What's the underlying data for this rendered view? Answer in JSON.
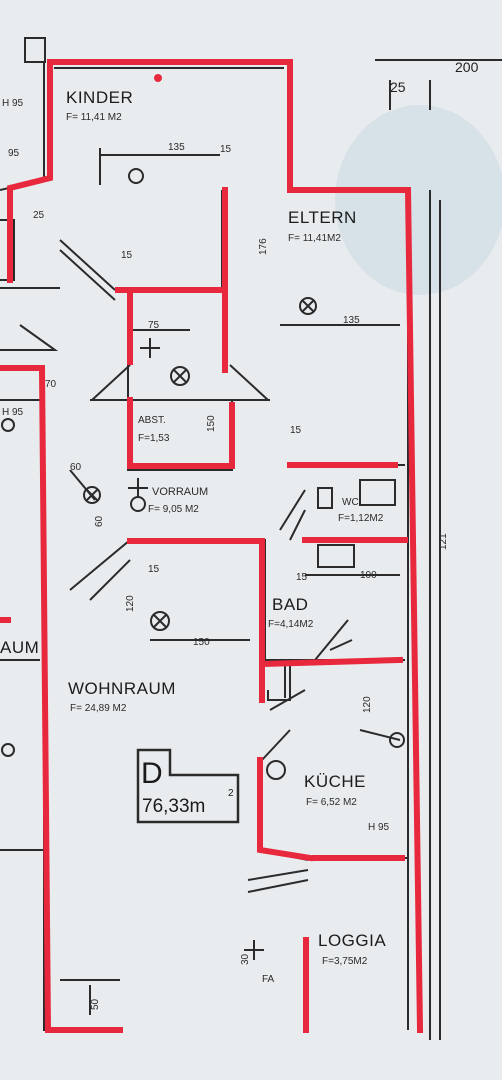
{
  "rooms": {
    "kinder": {
      "name": "KINDER",
      "area": "F= 11,41 M2"
    },
    "eltern": {
      "name": "ELTERN",
      "area": "F= 11,41M2"
    },
    "abst": {
      "name": "ABST.",
      "area": "F=1,53"
    },
    "vorraum": {
      "name": "VORRAUM",
      "area": "F= 9,05 M2"
    },
    "wc": {
      "name": "WC",
      "area": "F=1,12M2"
    },
    "bad": {
      "name": "BAD",
      "area": "F=4,14M2"
    },
    "wohnraum": {
      "name": "WOHNRAUM",
      "area": "F= 24,89 M2"
    },
    "kueche": {
      "name": "KÜCHE",
      "area": "F= 6,52 M2"
    },
    "loggia": {
      "name": "LOGGIA",
      "area": "F=3,75M2"
    },
    "left_partial": {
      "name": "AUM"
    }
  },
  "unit": {
    "letter": "D",
    "area": "76,33m",
    "superscript": "2"
  },
  "dimensions": {
    "d200": "200",
    "d25": "25",
    "d135a": "135",
    "d135b": "135",
    "d15a": "15",
    "d95a": "95",
    "d95b": "H 95",
    "d25b": "25",
    "d176": "176",
    "d15b": "15",
    "d75": "75",
    "d150a": "150",
    "d70": "70",
    "dh95": "H 95",
    "d60a": "60",
    "d60b": "60",
    "d15c": "15",
    "d15d": "15",
    "d15e": "15",
    "d100": "100",
    "d120a": "120",
    "d150b": "150",
    "d121": "121",
    "d120b": "120",
    "dh95b": "H 95",
    "d30": "30",
    "d50": "50",
    "fa": "FA"
  },
  "colors": {
    "wall_marker": "#e8283c",
    "ink": "#2b2b2b",
    "paper": "#e9ecee"
  }
}
